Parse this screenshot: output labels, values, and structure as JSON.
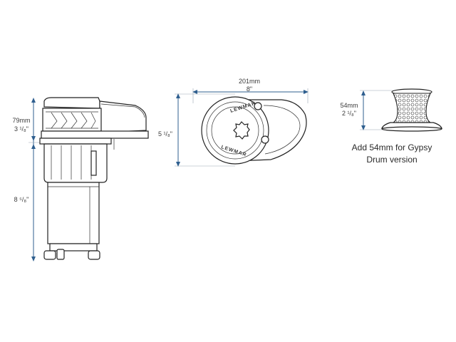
{
  "side_view": {
    "top_height_mm": "79mm",
    "top_height_in": "3 ¹/₈\"",
    "body_height_in": "8 ⁵/₈\""
  },
  "top_view": {
    "width_mm": "201mm",
    "width_in": "8\"",
    "height_in": "5 ¹/₈\"",
    "brand_text": "LEWMAR"
  },
  "drum_view": {
    "height_mm": "54mm",
    "height_in": "2 ¹/₈\"",
    "caption_line1": "Add 54mm for Gypsy",
    "caption_line2": "Drum version"
  },
  "colors": {
    "dimension": "#2f5f8f",
    "outline": "#222222"
  }
}
